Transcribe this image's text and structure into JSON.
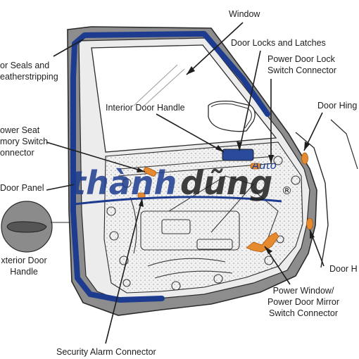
{
  "labels": {
    "window": "Window",
    "door_locks": "Door Locks and Latches",
    "seals_1": "or Seals and",
    "seals_2": "eatherstripping",
    "pdl_1": "Power Door Lock",
    "pdl_2": "Switch Connector",
    "interior_handle": "Interior Door Handle",
    "door_hinge_top": "Door Hing",
    "seat_1": "ower Seat",
    "seat_2": "mory Switch",
    "seat_3": "onnector",
    "door_panel": "Door Panel",
    "ext_1": "xterior Door",
    "ext_2": "Handle",
    "door_hinge_bottom": "Door H",
    "pw_1": "Power Window/",
    "pw_2": "Power Door Mirror",
    "pw_3": "Switch Connector",
    "alarm": "Security Alarm Connector"
  },
  "watermark": {
    "text_main": "thành",
    "text_second": "dũng",
    "text_small": "Auto",
    "registered": "®"
  },
  "colors": {
    "seal_blue": "#1d3c8f",
    "connector_orange": "#e58a2e",
    "line": "#2b2b2b",
    "door_gray": "#8d8d8d",
    "panel_fill": "#dcdcdc"
  }
}
